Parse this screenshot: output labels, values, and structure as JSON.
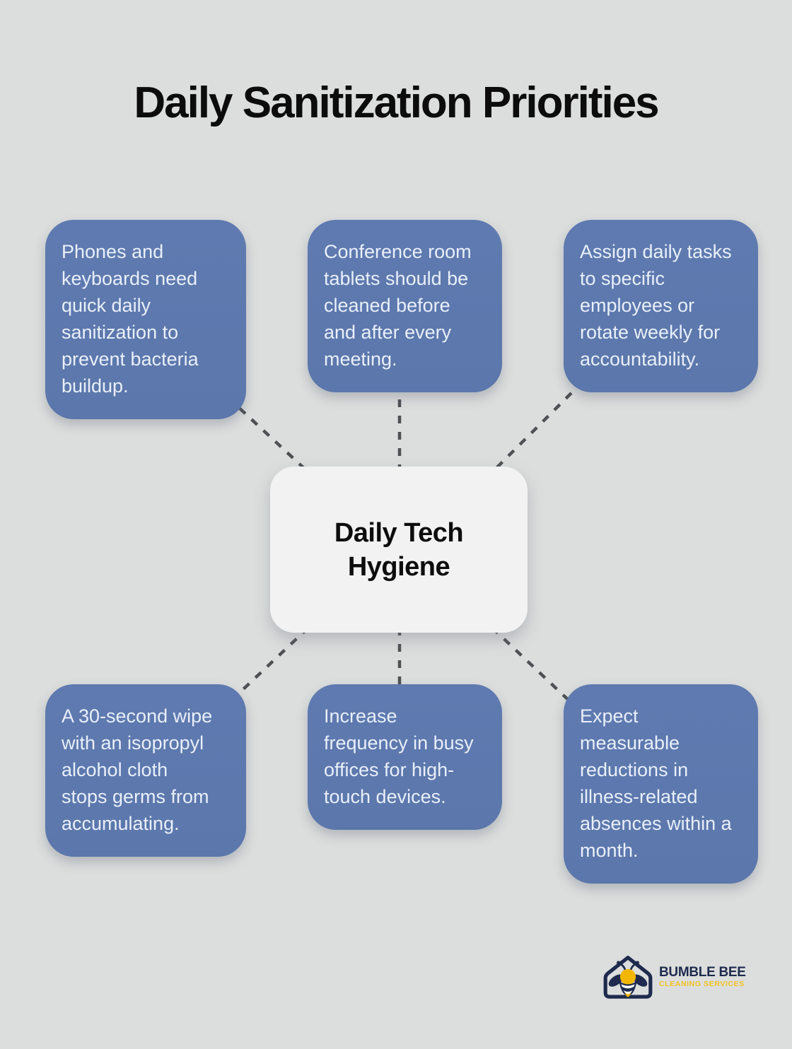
{
  "page": {
    "title": "Daily Sanitization Priorities",
    "background_color": "#dcdedd"
  },
  "center_node": {
    "label": "Daily Tech\nHygiene"
  },
  "nodes": [
    {
      "position": "top-left",
      "text": "Phones and\nkeyboards need\nquick daily\nsanitization to\nprevent bacteria\nbuildup."
    },
    {
      "position": "top-middle",
      "text": "Conference room\ntablets should be\ncleaned before\nand after every\nmeeting."
    },
    {
      "position": "top-right",
      "text": "Assign daily tasks\nto specific\nemployees or\nrotate weekly for\naccountability."
    },
    {
      "position": "bottom-left",
      "text": "A 30-second wipe\nwith an isopropyl\nalcohol cloth\nstops germs from\naccumulating."
    },
    {
      "position": "bottom-middle",
      "text": "Increase\nfrequency in busy\noffices for high-\ntouch devices."
    },
    {
      "position": "bottom-right",
      "text": "Expect\nmeasurable\nreductions in\nillness-related\nabsences within a\nmonth."
    }
  ],
  "colors": {
    "node_fill": "#5c78ac",
    "node_text": "#e9effa",
    "center_fill": "#f2f2f3",
    "center_text": "#0d0d0d",
    "connector_line": "#4e5154",
    "title_text": "#0c0c0c",
    "logo_navy": "#1e2b4e",
    "logo_yellow": "#f3c120"
  },
  "logo": {
    "name": "BUMBLE BEE",
    "tagline": "CLEANING SERVICES"
  }
}
